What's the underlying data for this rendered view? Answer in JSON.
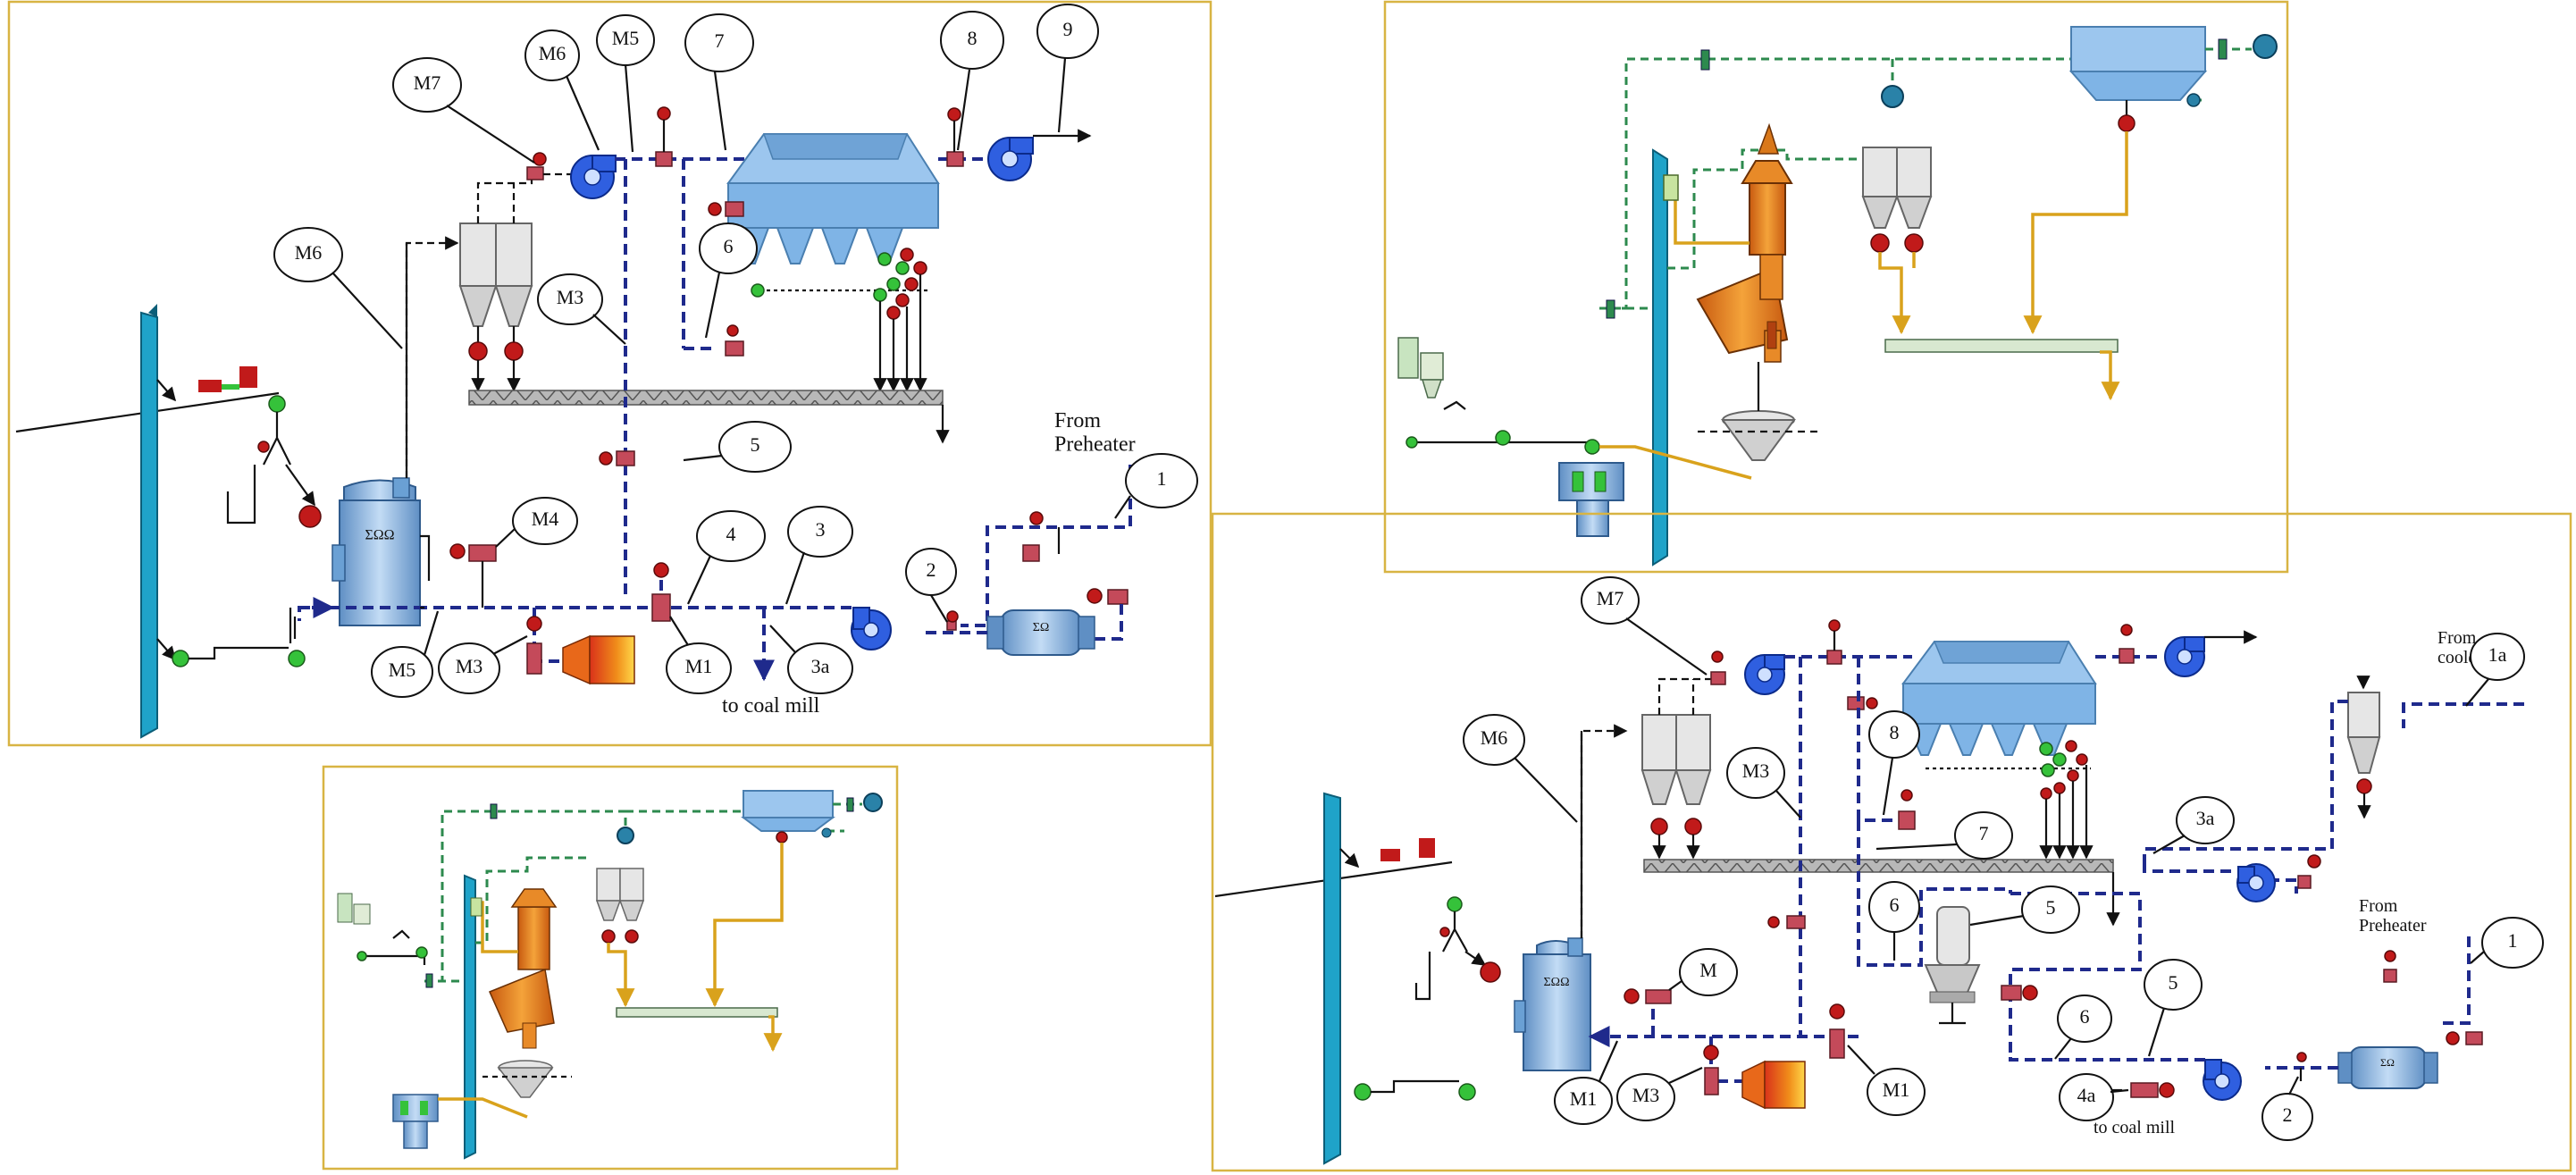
{
  "colors": {
    "frame": "#d8b443",
    "duct": "#1f2a8c",
    "green_duct": "#2d8a4e",
    "yellow_line": "#d9a21c",
    "column": "#1fa3c9",
    "bag_filter": "#7fb4e6",
    "fan": "#2f5fe0",
    "mill": "#8ebbe8",
    "furnace": "#e8681a",
    "valve_red": "#c11a1a",
    "valve_green": "#35c23a"
  },
  "panel_a": {
    "labels": {
      "from_preheater": "From\nPreheater",
      "to_coal_mill": "to coal mill",
      "mill_tag": "ΣΩΩ",
      "kiln_tag": "ΣΩ"
    },
    "callouts": [
      "M7",
      "M6",
      "M5",
      "7",
      "8",
      "9",
      "M6",
      "M3",
      "6",
      "5",
      "M4",
      "4",
      "3",
      "2",
      "1",
      "M5",
      "M3",
      "M1",
      "3a"
    ]
  },
  "panel_b": {
    "labels": {}
  },
  "panel_c": {
    "labels": {}
  },
  "panel_d": {
    "labels": {
      "from_cooler": "From\ncooler",
      "from_preheater": "From\nPreheater",
      "to_coal_mill": "to coal mill",
      "mill_tag": "ΣΩΩ",
      "kiln_tag": "ΣΩ"
    },
    "callouts": [
      "M7",
      "M6",
      "M3",
      "8",
      "7",
      "6",
      "5",
      "3a",
      "1a",
      "M",
      "M1",
      "M3",
      "M1",
      "6",
      "5",
      "1",
      "2",
      "4a"
    ]
  }
}
